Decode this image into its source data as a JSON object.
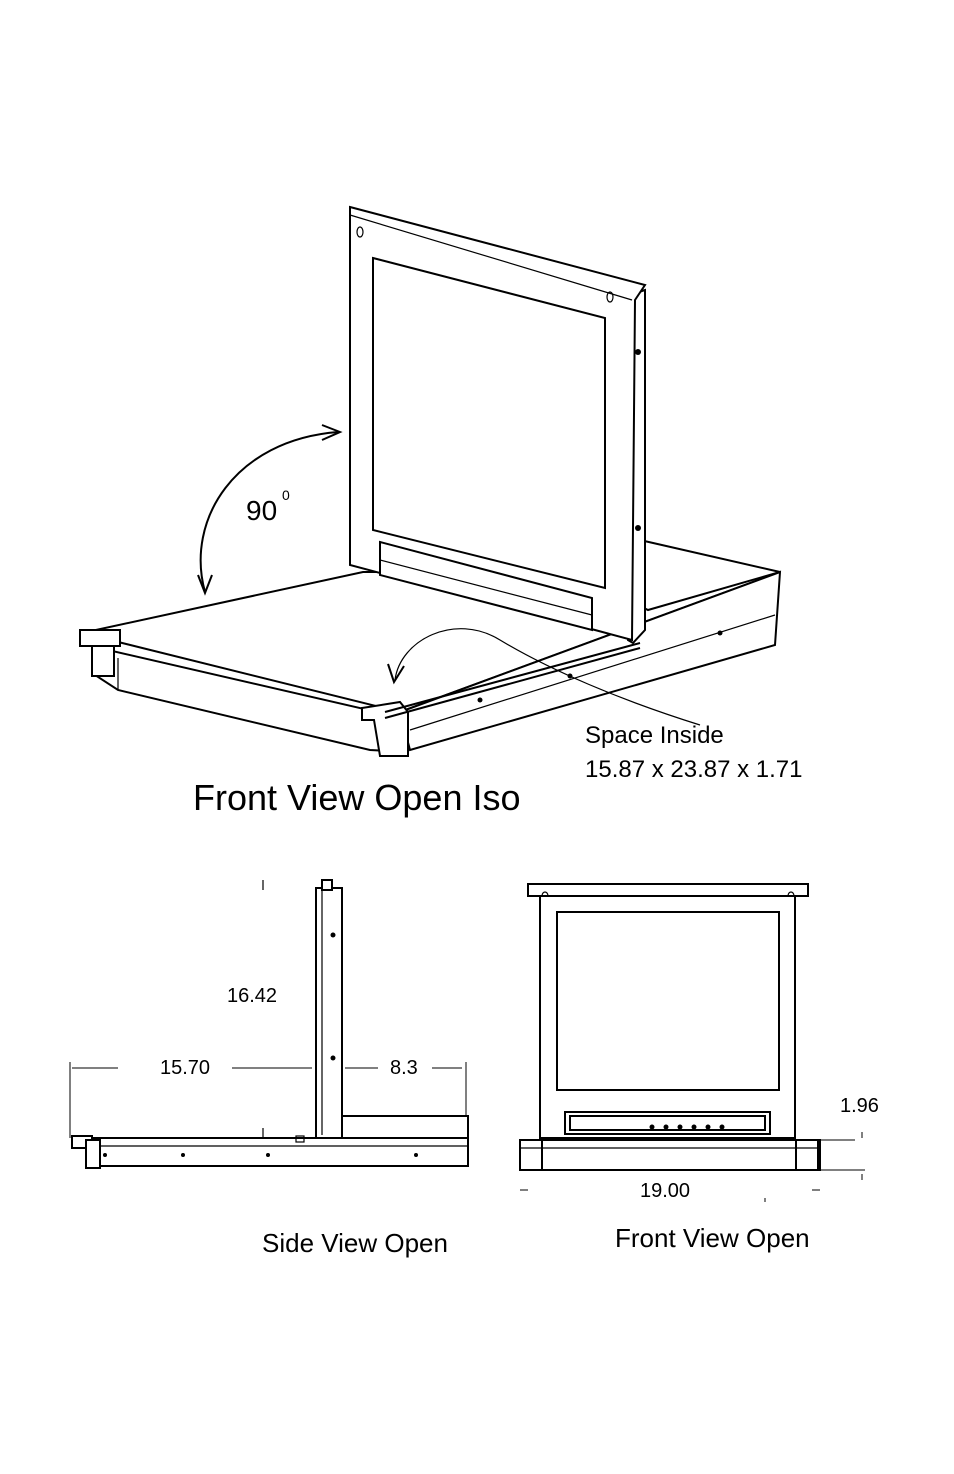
{
  "iso_view": {
    "caption": "Front View Open Iso",
    "angle_label": "90",
    "angle_superscript": "0",
    "space_title": "Space Inside",
    "space_dims": "15.87 x 23.87 x 1.71"
  },
  "side_view": {
    "caption": "Side View Open",
    "height_dim": "16.42",
    "depth_dim": "15.70",
    "rear_dim": "8.3"
  },
  "front_view": {
    "caption": "Front View Open",
    "width_dim": "19.00",
    "height_dim": "1.96"
  }
}
